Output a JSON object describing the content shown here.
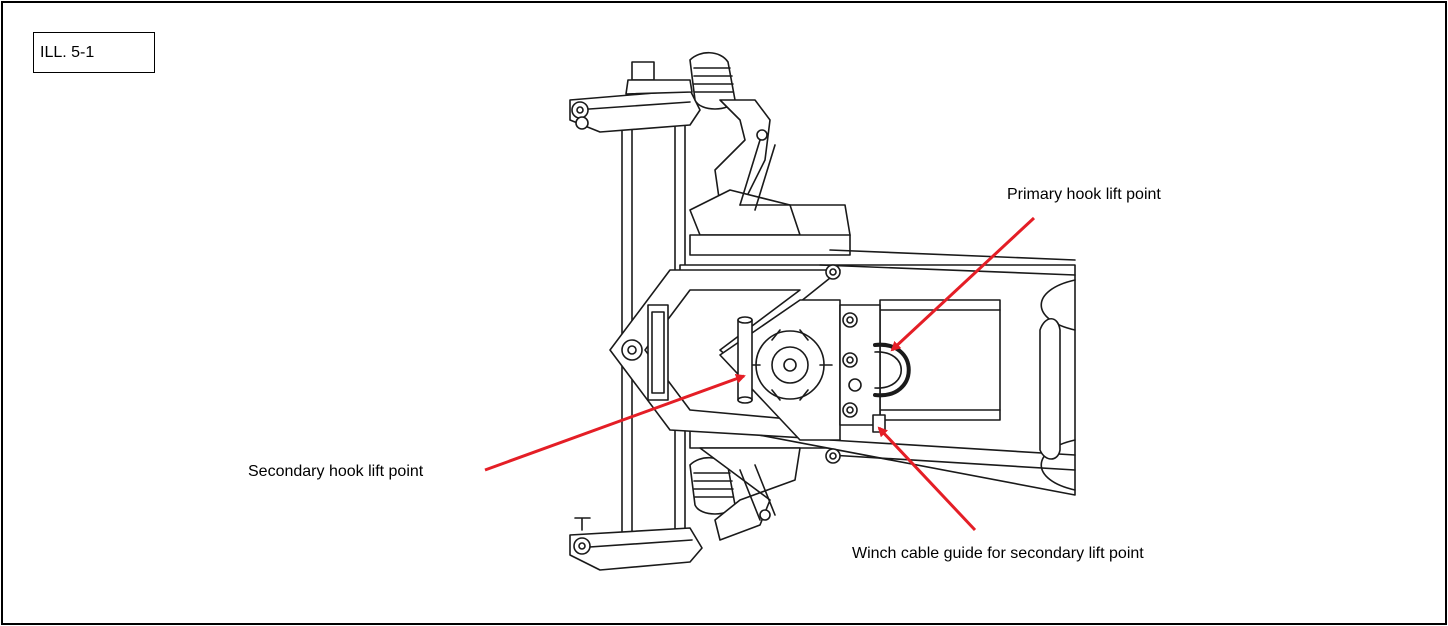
{
  "figure": {
    "label": "ILL. 5-1"
  },
  "callouts": {
    "primary": "Primary hook lift point",
    "secondary": "Secondary hook lift point",
    "winch": "Winch cable guide for secondary lift point"
  },
  "colors": {
    "arrow": "#e41e26",
    "line": "#1a1a1a",
    "frame": "#000000"
  }
}
